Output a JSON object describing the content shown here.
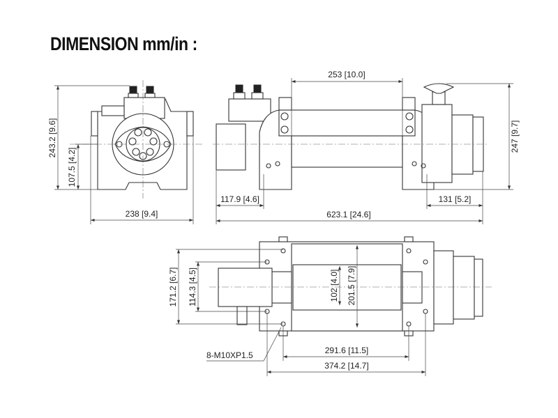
{
  "title": "DIMENSION mm/in :",
  "front_view": {
    "height_total": "243.2 [9.6]",
    "height_center": "107.5 [4.2]",
    "width": "238 [9.4]"
  },
  "side_view": {
    "bracket_spacing": "253 [10.0]",
    "height_total": "247 [9.7]",
    "left_overhang": "117.9 [4.6]",
    "right_overhang": "131 [5.2]",
    "overall_length": "623.1 [24.6]"
  },
  "top_view": {
    "mount_width_outer": "171.2 [6.7]",
    "mount_width_inner": "114.3 [4.5]",
    "drum_diameter": "102 [4.0]",
    "flange_diameter": "201.5 [7.9]",
    "mount_length_inner": "291.6 [11.5]",
    "mount_length_outer": "374.2 [14.7]",
    "bolt_spec": "8-M10XP1.5"
  }
}
